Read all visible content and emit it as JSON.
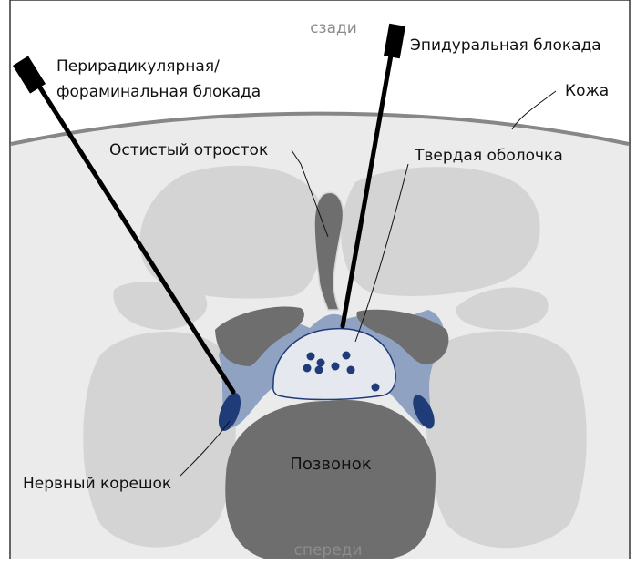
{
  "diagram": {
    "labels": {
      "back": "сзади",
      "front": "спереди",
      "skin": "Кожа",
      "epidural": "Эпидуральная блокада",
      "periradicular_line1": "Перирадикулярная/",
      "periradicular_line2": "фораминальная блокада",
      "spinous": "Остистый отросток",
      "dura": "Твердая оболочка",
      "vertebra": "Позвонок",
      "nerve_root": "Нервный корешок"
    },
    "colors": {
      "background": "#ffffff",
      "tissue": "#ebebeb",
      "muscle": "#d4d4d4",
      "bone": "#6e6e6e",
      "skin_line": "#878787",
      "fat_blue": "#8fa2c2",
      "dura_fill": "#e6e8ef",
      "nerve_dark": "#1f3c78",
      "needle": "#000000"
    }
  }
}
